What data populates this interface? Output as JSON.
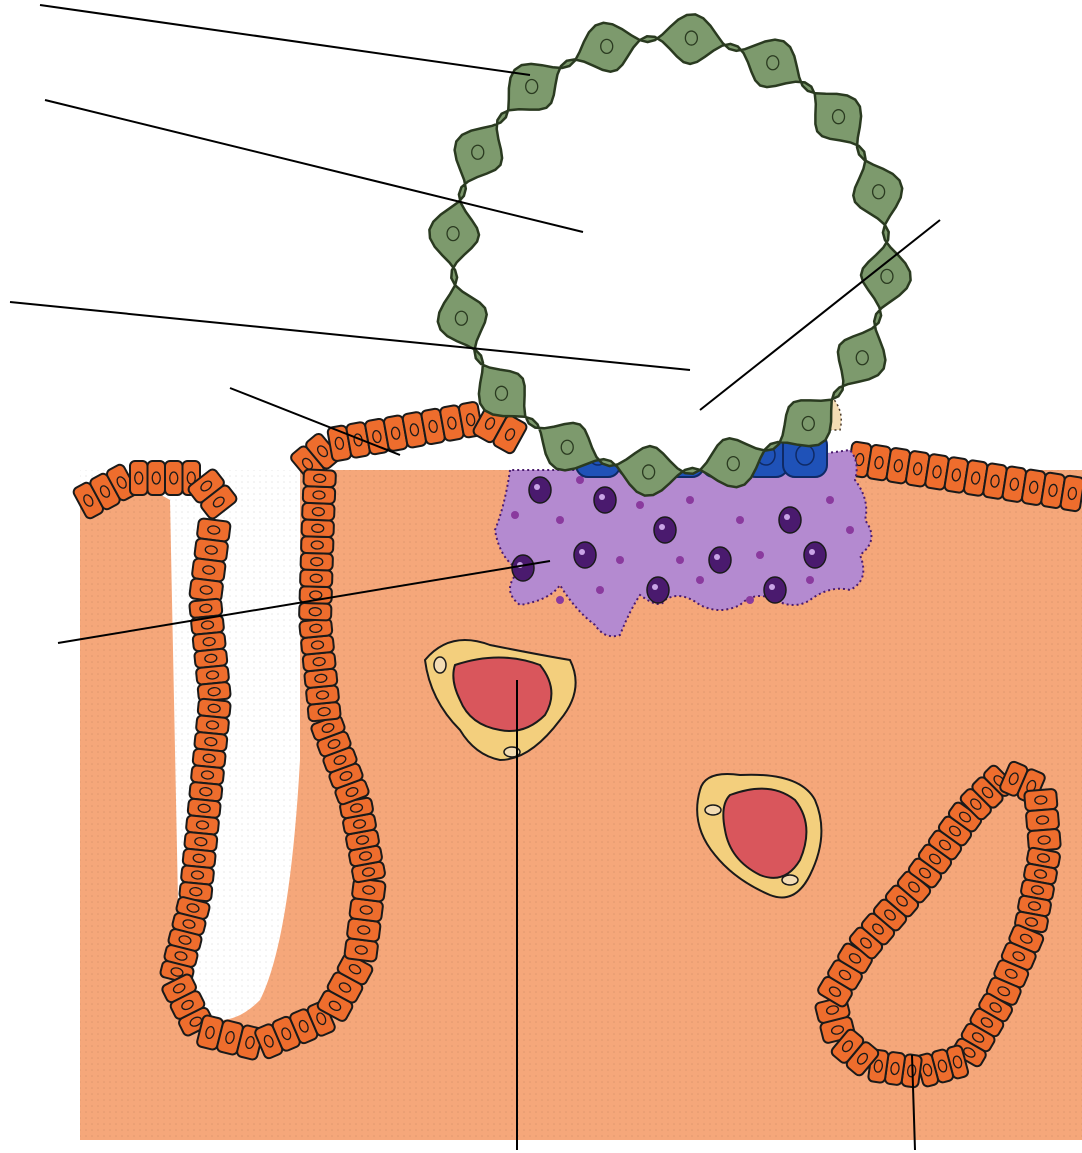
{
  "diagram": {
    "title": "",
    "labels": [],
    "colors": {
      "background": "#ffffff",
      "endometrium_stroma": "#f5a77a",
      "uterine_epithelium": "#ee6d2d",
      "cell_outline": "#1a1a1a",
      "trophoblast": "#7d9a6d",
      "embryoblast": "#1f52b8",
      "hypoblast": "#f3dcb4",
      "syncytiotrophoblast": "#b48ad0",
      "syncytio_nucleus": "#4a1a6e",
      "blood_vessel_wall": "#f3cf7d",
      "blood": "#d9565c",
      "leader_line": "#000000"
    },
    "structures": [
      {
        "name": "trophoblast",
        "icon": "green-ring"
      },
      {
        "name": "blastocyst-cavity",
        "icon": "white-lumen"
      },
      {
        "name": "hypoblast",
        "icon": "beige-layer"
      },
      {
        "name": "uterine-epithelium",
        "icon": "orange-cells"
      },
      {
        "name": "syncytiotrophoblast",
        "icon": "purple-mass"
      },
      {
        "name": "embryoblast",
        "icon": "blue-cells"
      },
      {
        "name": "blood-vessel",
        "icon": "red-vessel"
      },
      {
        "name": "uterine-gland",
        "icon": "orange-gland"
      }
    ]
  }
}
